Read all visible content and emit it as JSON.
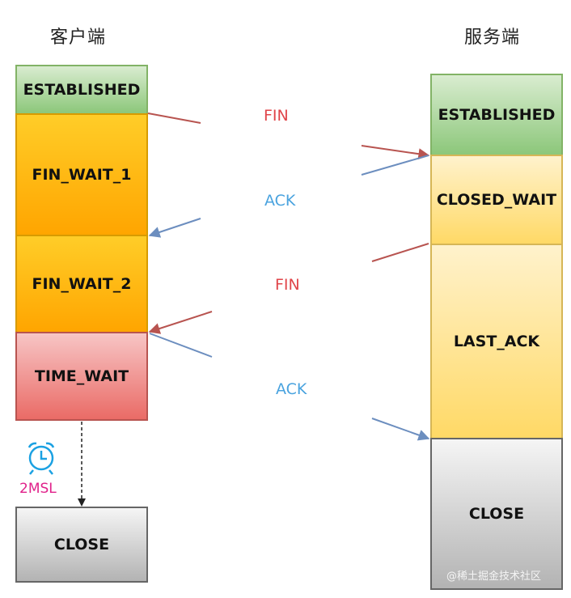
{
  "client": {
    "title": "客户端",
    "states": [
      "ESTABLISHED",
      "FIN_WAIT_1",
      "FIN_WAIT_2",
      "TIME_WAIT",
      "CLOSE"
    ]
  },
  "server": {
    "title": "服务端",
    "states": [
      "ESTABLISHED",
      "CLOSED_WAIT",
      "LAST_ACK",
      "CLOSE"
    ]
  },
  "messages": [
    {
      "label": "FIN",
      "direction": "client-to-server",
      "color": "#b85450"
    },
    {
      "label": "ACK",
      "direction": "server-to-client",
      "color": "#6c8ebf"
    },
    {
      "label": "FIN",
      "direction": "server-to-client",
      "color": "#b85450"
    },
    {
      "label": "ACK",
      "direction": "client-to-server",
      "color": "#6c8ebf"
    }
  ],
  "colors": {
    "fin_text": "#e0454a",
    "ack_text": "#4aa3df",
    "timer": "#1ba1e2",
    "timer_label": "#e0218a"
  },
  "timer": {
    "icon": "alarm-clock-icon",
    "label": "2MSL"
  },
  "watermark": "@稀土掘金技术社区"
}
